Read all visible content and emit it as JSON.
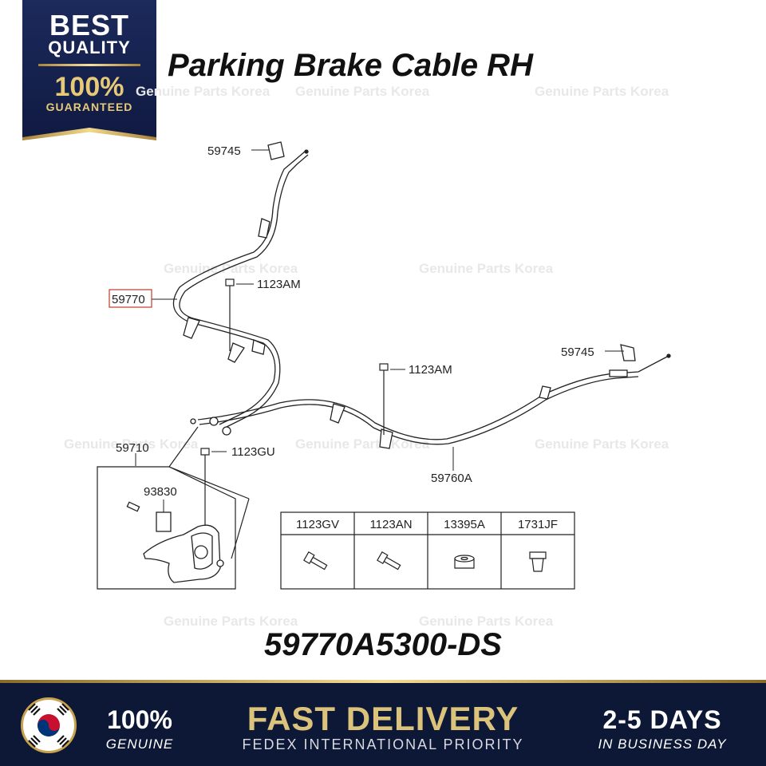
{
  "badge": {
    "line1": "BEST",
    "line2": "QUALITY",
    "line3": "100%",
    "line4": "GUARANTEED"
  },
  "title": "Parking Brake Cable RH",
  "part_number": "59770A5300-DS",
  "watermark": "Genuine Parts Korea",
  "diagram": {
    "labels": {
      "clip_top": "59745",
      "cable_rh": "59770",
      "bolt_upper": "1123AM",
      "clip_right": "59745",
      "bolt_mid": "1123AM",
      "lever_assy": "59710",
      "bolt_lever": "1123GU",
      "bracket": "93830",
      "cable_lh": "59760A"
    },
    "parts_table": [
      "1123GV",
      "1123AN",
      "13395A",
      "1731JF"
    ]
  },
  "footer": {
    "genuine_big": "100%",
    "genuine_small": "GENUINE",
    "fast": "FAST DELIVERY",
    "fedex": "FEDEX INTERNATIONAL PRIORITY",
    "days": "2-5 DAYS",
    "business": "IN BUSINESS DAY"
  },
  "colors": {
    "navy": "#101a42",
    "gold": "#dcc37c",
    "highlight_box": "#c0392b"
  }
}
